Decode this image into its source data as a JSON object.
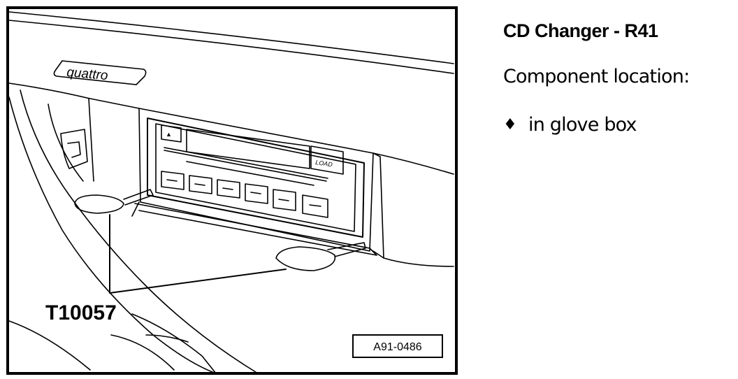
{
  "figure": {
    "tool_label": "T10057",
    "figure_id": "A91-0486",
    "brand_text": "quattro",
    "load_label": "LOAD",
    "eject_glyph": "▲"
  },
  "text": {
    "heading": "CD Changer - R41",
    "subheading": "Component location:",
    "bullets": [
      {
        "marker": "♦",
        "label": "in glove box"
      }
    ]
  }
}
